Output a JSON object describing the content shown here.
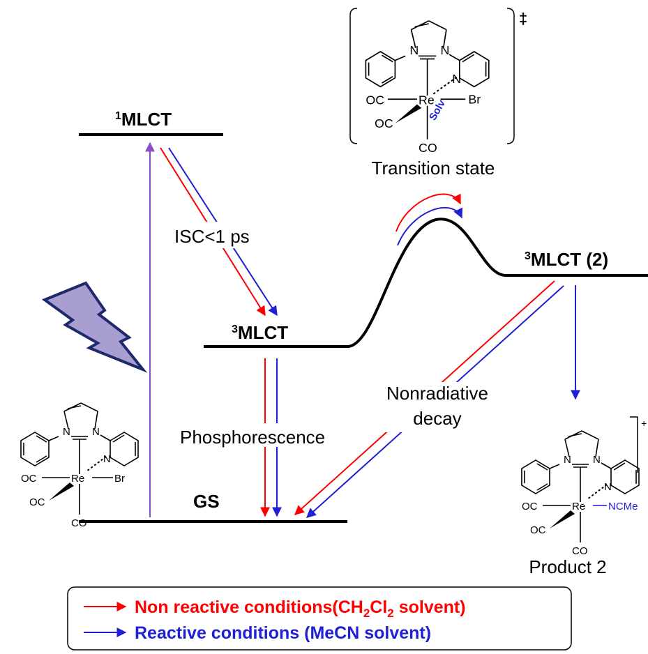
{
  "levels": {
    "s1": {
      "label": "MLCT",
      "sup": "1"
    },
    "t1": {
      "label": "MLCT",
      "sup": "3"
    },
    "t2": {
      "label": "MLCT (2)",
      "sup": "3"
    },
    "gs": {
      "label": "GS"
    }
  },
  "processes": {
    "isc": "ISC<1 ps",
    "phosphorescence": "Phosphorescence",
    "nonrad_line1": "Nonradiative",
    "nonrad_line2": "decay"
  },
  "captions": {
    "transition_state": "Transition state",
    "ts_mark": "‡",
    "product": "Product 2",
    "product_charge": "+"
  },
  "molecule": {
    "N": "N",
    "Re": "Re",
    "Br": "Br",
    "CO": "CO",
    "OC": "OC",
    "Solv": "Solv",
    "NCMe": "NCMe"
  },
  "legend": {
    "red_text": "Non reactive conditions(CH",
    "red_sub1": "2",
    "red_mid": "Cl",
    "red_sub2": "2",
    "red_tail": " solvent)",
    "blue_text": "Reactive conditions (MeCN solvent)"
  },
  "colors": {
    "red": "#ff0000",
    "blue": "#1f1fd6",
    "purple": "#8a4fc8",
    "lightning_fill": "#a99ed0",
    "lightning_stroke": "#1f2a6e"
  }
}
